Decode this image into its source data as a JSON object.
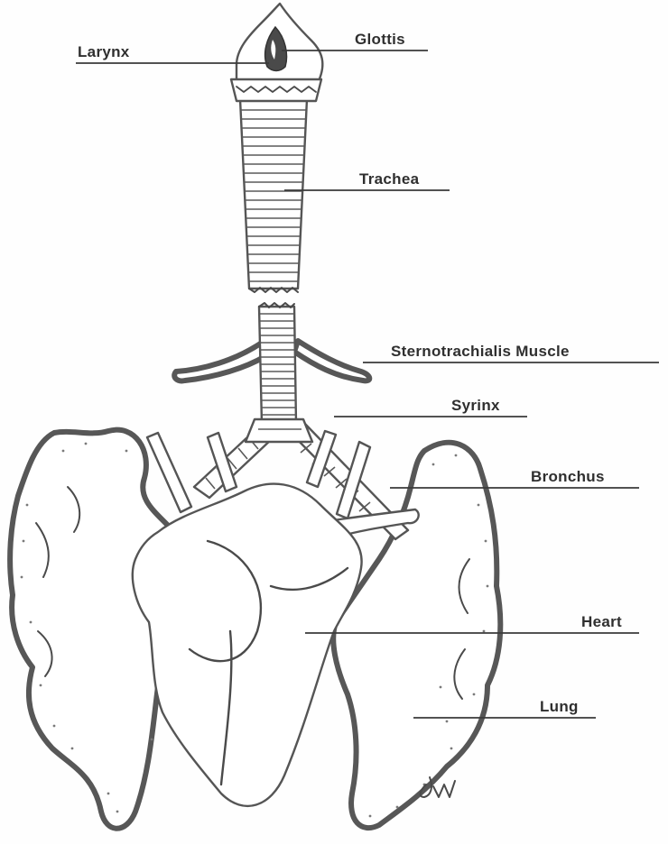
{
  "labels": {
    "larynx": "Larynx",
    "glottis": "Glottis",
    "trachea": "Trachea",
    "sternotrachialis": "Sternotrachialis Muscle",
    "syrinx": "Syrinx",
    "bronchus": "Bronchus",
    "heart": "Heart",
    "lung": "Lung"
  },
  "signature": "dW",
  "colors": {
    "ink": "#4a4a4a",
    "text": "#2f2f2f",
    "paper": "#fefefe"
  }
}
